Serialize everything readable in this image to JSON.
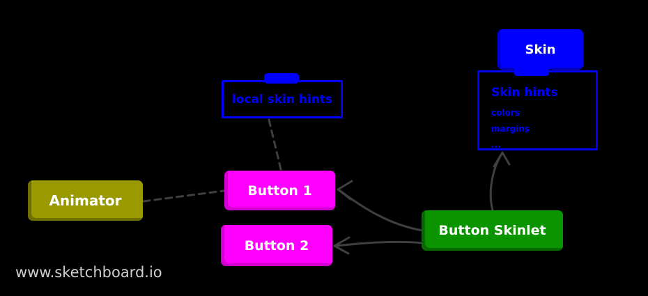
{
  "watermark": "www.sketchboard.io",
  "colors": {
    "background": "#000000",
    "blue": "#0000ff",
    "magenta": "#ff00ff",
    "olive": "#9a9a00",
    "green": "#0a9400",
    "connector": "#3f3f3f",
    "watermark_text": "#cfcfcf",
    "node_text": "#ffffff"
  },
  "nodes": {
    "skin": {
      "label": "Skin"
    },
    "skin_hints": {
      "title": "Skin hints",
      "items": [
        "colors",
        "margins",
        "..."
      ]
    },
    "local_skin_hints": {
      "label": "local skin hints"
    },
    "animator": {
      "label": "Animator"
    },
    "button1": {
      "label": "Button 1"
    },
    "button2": {
      "label": "Button 2"
    },
    "button_skinlet": {
      "label": "Button Skinlet"
    }
  },
  "edges": [
    {
      "from": "local_skin_hints",
      "to": "button1",
      "style": "dashed",
      "arrow": false
    },
    {
      "from": "animator",
      "to": "button1",
      "style": "dashed",
      "arrow": false
    },
    {
      "from": "button_skinlet",
      "to": "button1",
      "style": "solid",
      "arrow": true
    },
    {
      "from": "button_skinlet",
      "to": "button2",
      "style": "solid",
      "arrow": true
    },
    {
      "from": "button_skinlet",
      "to": "skin_hints",
      "style": "solid",
      "arrow": true
    },
    {
      "from": "skin",
      "to": "skin_hints",
      "style": "attached",
      "arrow": false
    }
  ]
}
